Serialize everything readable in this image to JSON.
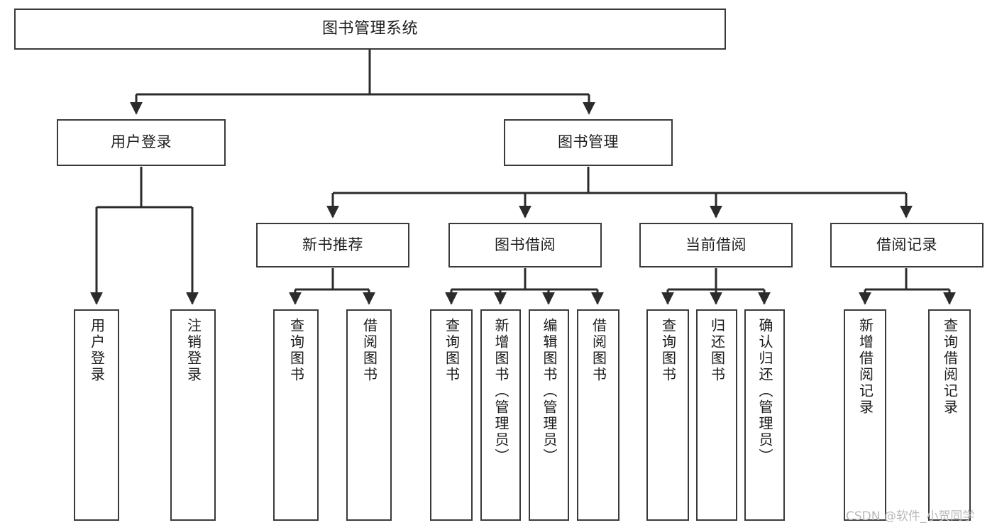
{
  "diagram": {
    "type": "tree-hierarchy",
    "title": "图书管理系统",
    "orientation": "top-down",
    "edge_style": "orthogonal-arrow",
    "colors": {
      "box_border": "#3a3a3a",
      "box_fill": "#ffffff",
      "edge": "#2b2b2b",
      "text": "#1c1c1c",
      "watermark": "#b9b9b9",
      "background": "#ffffff"
    }
  },
  "watermark": {
    "text": "CSDN @软件_小贺同学"
  },
  "nodes": {
    "root": {
      "label": "图书管理系统",
      "level": 1
    },
    "user_login": {
      "label": "用户登录",
      "level": 2
    },
    "book_manage": {
      "label": "图书管理",
      "level": 2
    },
    "new_book_rec": {
      "label": "新书推荐",
      "level": 3
    },
    "book_borrow": {
      "label": "图书借阅",
      "level": 3
    },
    "current_borrow": {
      "label": "当前借阅",
      "level": 3
    },
    "borrow_record": {
      "label": "借阅记录",
      "level": 3
    },
    "leaf_user_login": {
      "label": "用户登录",
      "level": 4
    },
    "leaf_logout": {
      "label": "注销登录",
      "level": 4
    },
    "leaf_query_book_1": {
      "label": "查询图书",
      "level": 4
    },
    "leaf_borrow_book_1": {
      "label": "借阅图书",
      "level": 4
    },
    "leaf_query_book_2": {
      "label": "查询图书",
      "level": 4
    },
    "leaf_add_book": {
      "label": "新增图书（管理员）",
      "level": 4
    },
    "leaf_edit_book": {
      "label": "编辑图书（管理员）",
      "level": 4
    },
    "leaf_borrow_book_2": {
      "label": "借阅图书",
      "level": 4
    },
    "leaf_query_book_3": {
      "label": "查询图书",
      "level": 4
    },
    "leaf_return_book": {
      "label": "归还图书",
      "level": 4
    },
    "leaf_confirm_return": {
      "label": "确认归还（管理员）",
      "level": 4
    },
    "leaf_add_record": {
      "label": "新增借阅记录",
      "level": 4
    },
    "leaf_query_record": {
      "label": "查询借阅记录",
      "level": 4
    }
  },
  "edges": [
    {
      "from": "root",
      "to": "user_login"
    },
    {
      "from": "root",
      "to": "book_manage"
    },
    {
      "from": "user_login",
      "to": "leaf_user_login"
    },
    {
      "from": "user_login",
      "to": "leaf_logout"
    },
    {
      "from": "book_manage",
      "to": "new_book_rec"
    },
    {
      "from": "book_manage",
      "to": "book_borrow"
    },
    {
      "from": "book_manage",
      "to": "current_borrow"
    },
    {
      "from": "book_manage",
      "to": "borrow_record"
    },
    {
      "from": "new_book_rec",
      "to": "leaf_query_book_1"
    },
    {
      "from": "new_book_rec",
      "to": "leaf_borrow_book_1"
    },
    {
      "from": "book_borrow",
      "to": "leaf_query_book_2"
    },
    {
      "from": "book_borrow",
      "to": "leaf_add_book"
    },
    {
      "from": "book_borrow",
      "to": "leaf_edit_book"
    },
    {
      "from": "book_borrow",
      "to": "leaf_borrow_book_2"
    },
    {
      "from": "current_borrow",
      "to": "leaf_query_book_3"
    },
    {
      "from": "current_borrow",
      "to": "leaf_return_book"
    },
    {
      "from": "current_borrow",
      "to": "leaf_confirm_return"
    },
    {
      "from": "borrow_record",
      "to": "leaf_add_record"
    },
    {
      "from": "borrow_record",
      "to": "leaf_query_record"
    }
  ]
}
